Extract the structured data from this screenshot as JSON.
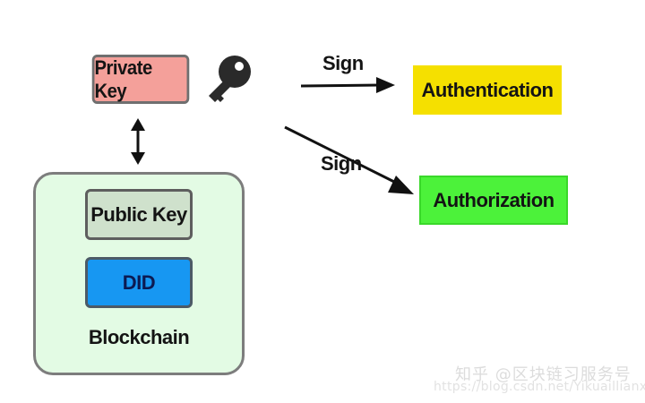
{
  "diagram": {
    "private_key": "Private Key",
    "public_key": "Public Key",
    "did": "DID",
    "blockchain": "Blockchain",
    "sign_top": "Sign",
    "sign_bottom": "Sign",
    "authentication": "Authentication",
    "authorization": "Authorization"
  },
  "icons": {
    "private_key_icon": "key-solid-icon",
    "public_key_icon": "key-outline-icon"
  },
  "colors": {
    "private_key_bg": "#f4a09a",
    "authentication_bg": "#f5e000",
    "authorization_bg": "#4cf23a",
    "blockchain_bg": "#e3fbe4",
    "public_key_bg": "#cfe1cc",
    "did_bg": "#1797f2"
  },
  "watermark": {
    "line1": "知乎 @区块链习服务号",
    "line2": "https://blog.csdn.net/Yikuaillianxi"
  }
}
